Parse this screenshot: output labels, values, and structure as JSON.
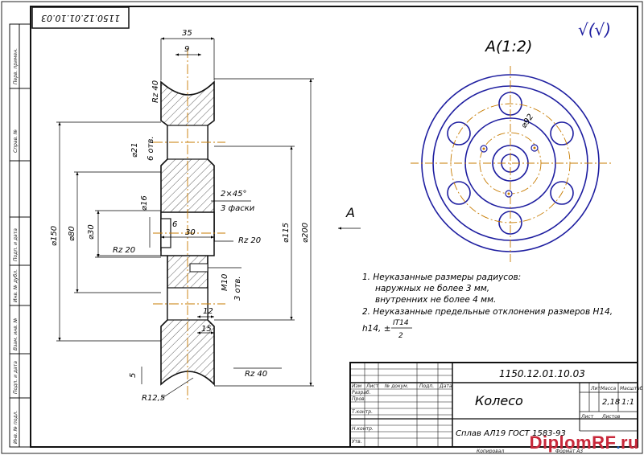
{
  "drawing": {
    "code_rotated": "1150.12.01.10.03",
    "roughness_mark": "√(√)",
    "view_label": "A(1:2)",
    "arrow_label": "А",
    "dims": {
      "width_35": "35",
      "groove_9": "9",
      "rz40_top": "Rz 40",
      "dia21": "⌀21",
      "holes6": "6 отв.",
      "dia16": "⌀16",
      "dia150": "⌀150",
      "dia80": "⌀80",
      "dia30": "⌀30",
      "chamfer": "2×45°",
      "chamfer_count": "3 фаски",
      "hub_6": "6",
      "hub_30": "30",
      "rz20_right": "Rz 20",
      "rz20_left": "Rz 20",
      "dia115": "⌀115",
      "dia200": "⌀200",
      "m10": "M10",
      "holes3": "3 отв.",
      "d12": "12",
      "d15": "15",
      "d5": "5",
      "rz40_bottom": "Rz 40",
      "r12_5": "R12,5",
      "dia92": "⌀92"
    },
    "notes": {
      "n1_line1": "1. Неуказанные размеры радиусов:",
      "n1_line2": "наружных не более 3 мм,",
      "n1_line3": "внутренних не более 4 мм.",
      "n2_line1": "2. Неуказанные предельные отклонения размеров  H14,",
      "n2_prefix": "h14,  ±",
      "n2_num": "IT14",
      "n2_den": "2"
    }
  },
  "side_strip": {
    "s1": "Перв. примен.",
    "s2": "Справ. №",
    "s3": "Подп. и дата",
    "s4": "Инв. № дубл.",
    "s5": "Взам. инв. №",
    "s6": "Подп. и дата",
    "s7": "Инв. № подл."
  },
  "title_block": {
    "code": "1150.12.01.10.03",
    "name": "Колесо",
    "material": "Сплав АЛ19 ГОСТ 1583-93",
    "col_lit": "Лит.",
    "col_mass": "Масса",
    "col_scale": "Масштаб",
    "mass": "2,18",
    "scale": "1:1",
    "sheet": "Лист",
    "sheets": "Листов",
    "rows": {
      "izm": "Изм",
      "list": "Лист",
      "ndoc": "№ докум.",
      "podp": "Подп.",
      "data": "Дата",
      "razrab": "Разраб.",
      "prov": "Пров.",
      "tkontr": "Т.контр.",
      "nkontr": "Н.контр.",
      "utv": "Утв."
    },
    "copied": "Копировал",
    "format": "Формат   А3"
  },
  "watermark": {
    "brand": "DiplomRF",
    "dot": ".",
    "tld": "ru"
  }
}
